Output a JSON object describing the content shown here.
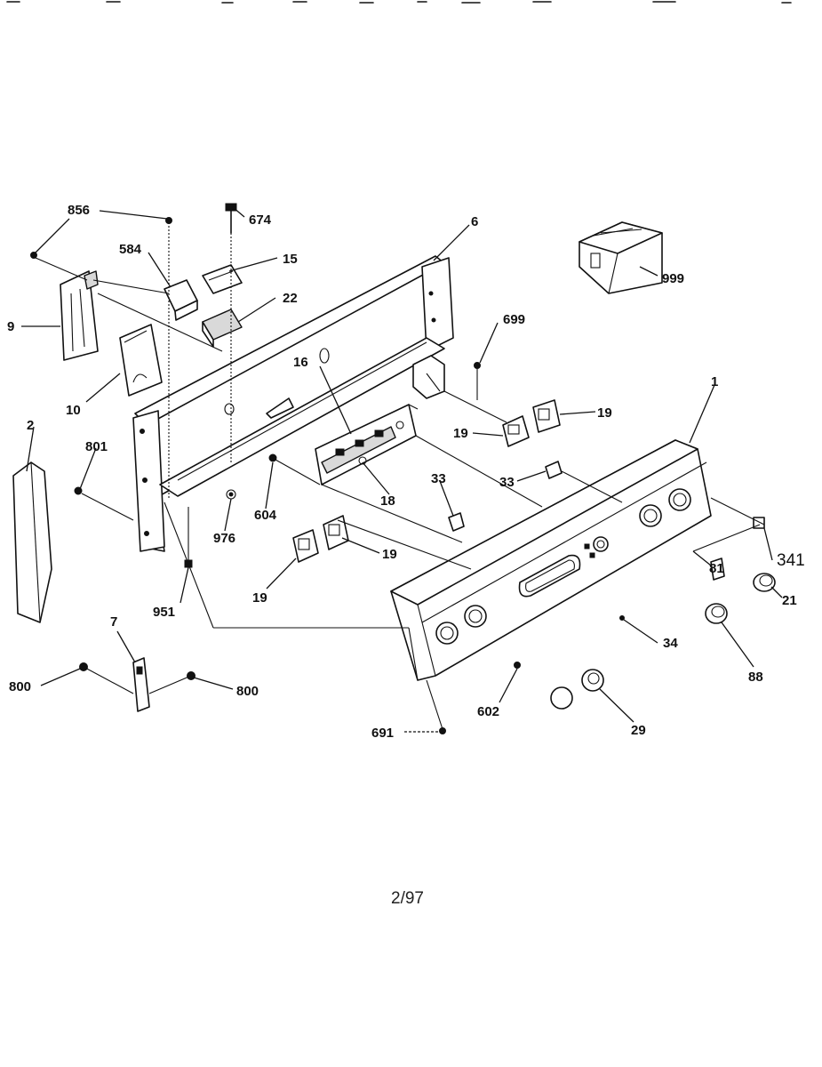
{
  "part_labels": {
    "p856": "856",
    "p674": "674",
    "p6": "6",
    "p584": "584",
    "p15": "15",
    "p22": "22",
    "p9": "9",
    "p10": "10",
    "p999": "999",
    "p699": "699",
    "p16": "16",
    "p1": "1",
    "p19a": "19",
    "p19b": "19",
    "p2": "2",
    "p801": "801",
    "p604": "604",
    "p18": "18",
    "p33a": "33",
    "p33b": "33",
    "p976": "976",
    "p19c": "19",
    "p19d": "19",
    "p341": "341",
    "p81": "81",
    "p21": "21",
    "p951": "951",
    "p7": "7",
    "p34": "34",
    "p88": "88",
    "p800a": "800",
    "p800b": "800",
    "p602": "602",
    "p29": "29",
    "p691": "691"
  },
  "footer": {
    "page_code": "2/97"
  }
}
